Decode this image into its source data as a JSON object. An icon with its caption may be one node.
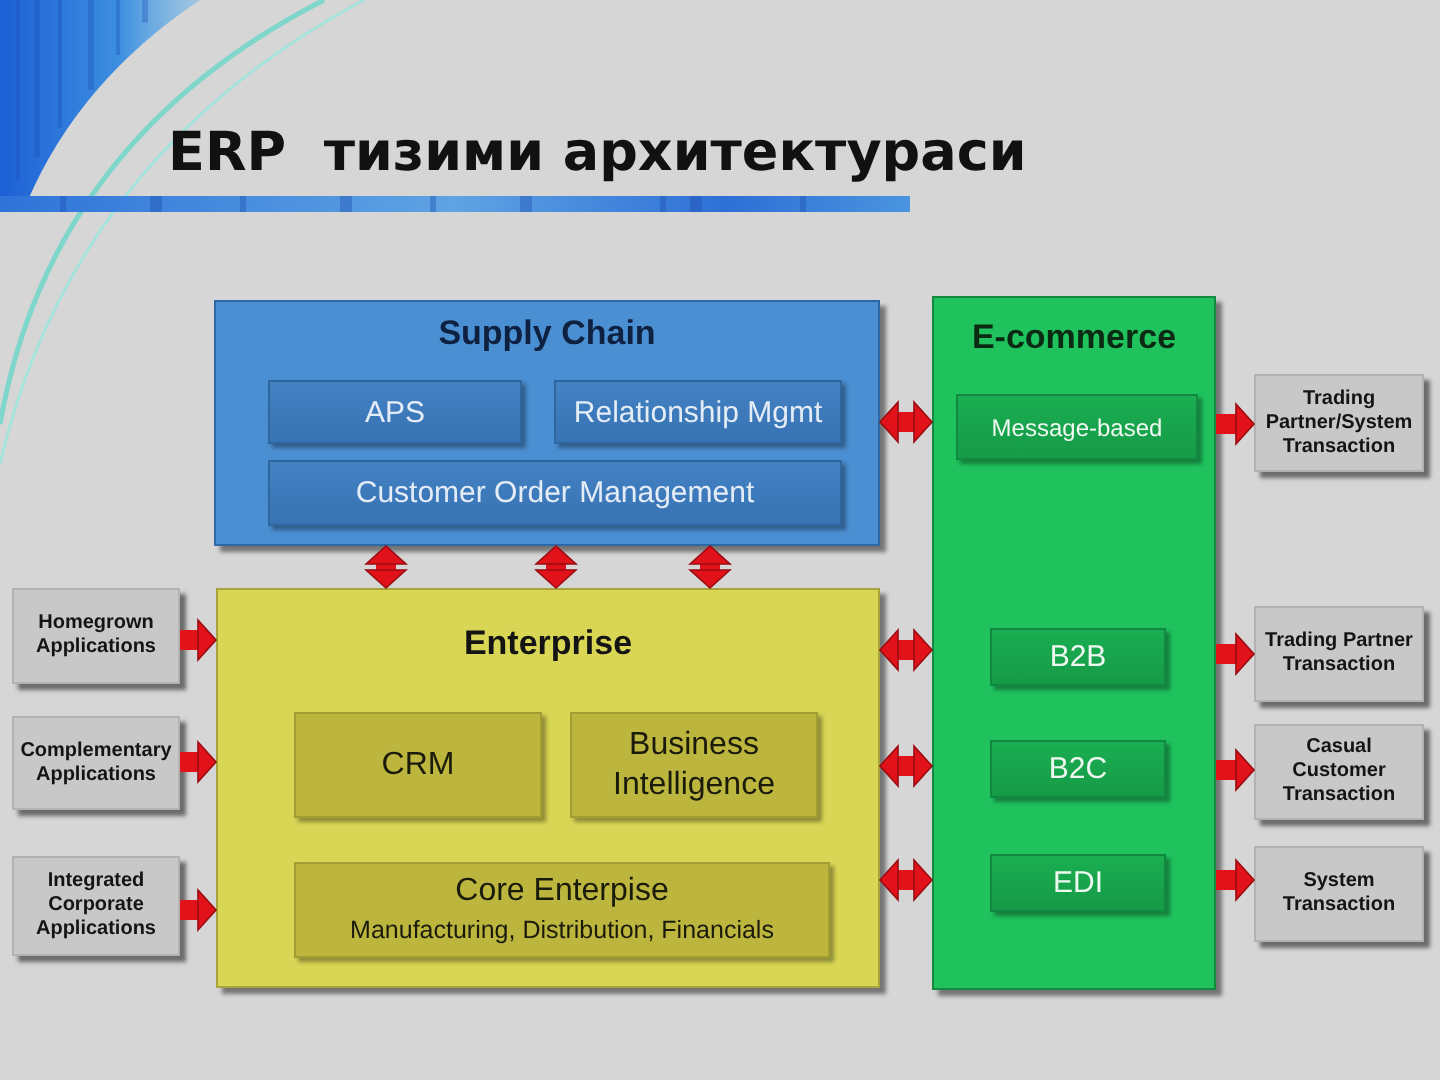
{
  "diagram": {
    "title": "ERP  тизими архитектураси",
    "nodes": [
      {
        "text": [
          "Supply Chain"
        ]
      },
      {
        "text": [
          "APS"
        ],
        "in": 0
      },
      {
        "text": [
          "Relationship Mgmt"
        ],
        "in": 0
      },
      {
        "text": [
          "Customer Order Management"
        ],
        "in": 0
      },
      {
        "text": [
          "Enterprise"
        ]
      },
      {
        "text": [
          "CRM"
        ],
        "in": 4
      },
      {
        "text": [
          "Business Intelligence"
        ],
        "in": 4
      },
      {
        "text": [
          "Core Enterpise",
          "Manufacturing, Distribution, Financials"
        ],
        "in": 4
      },
      {
        "text": [
          "E-commerce"
        ]
      },
      {
        "text": [
          "Message-based"
        ],
        "in": 8
      },
      {
        "text": [
          "B2B"
        ],
        "in": 8
      },
      {
        "text": [
          "B2C"
        ],
        "in": 8
      },
      {
        "text": [
          "EDI"
        ],
        "in": 8
      },
      {
        "text": [
          "Homegrown Applications"
        ]
      },
      {
        "text": [
          "Complementary Applications"
        ]
      },
      {
        "text": [
          "Integrated Corporate Applications"
        ]
      },
      {
        "text": [
          "Trading Partner/System Transaction"
        ]
      },
      {
        "text": [
          "Trading Partner Transaction"
        ]
      },
      {
        "text": [
          "Casual Customer Transaction"
        ]
      },
      {
        "text": [
          "System Transaction"
        ]
      }
    ],
    "edges": [
      {
        "from": 0,
        "to": 4,
        "arrow": "both"
      },
      {
        "from": 0,
        "to": 4,
        "arrow": "both"
      },
      {
        "from": 0,
        "to": 4,
        "arrow": "both"
      },
      {
        "from": 0,
        "to": 8,
        "arrow": "both"
      },
      {
        "from": 4,
        "to": 8,
        "arrow": "both"
      },
      {
        "from": 4,
        "to": 8,
        "arrow": "both"
      },
      {
        "from": 4,
        "to": 8,
        "arrow": "both"
      },
      {
        "from": 13,
        "to": 4,
        "arrow": "to"
      },
      {
        "from": 14,
        "to": 4,
        "arrow": "to"
      },
      {
        "from": 15,
        "to": 4,
        "arrow": "to"
      },
      {
        "from": 8,
        "to": 16,
        "arrow": "to"
      },
      {
        "from": 8,
        "to": 17,
        "arrow": "to"
      },
      {
        "from": 8,
        "to": 18,
        "arrow": "to"
      },
      {
        "from": 8,
        "to": 19,
        "arrow": "to"
      }
    ]
  }
}
